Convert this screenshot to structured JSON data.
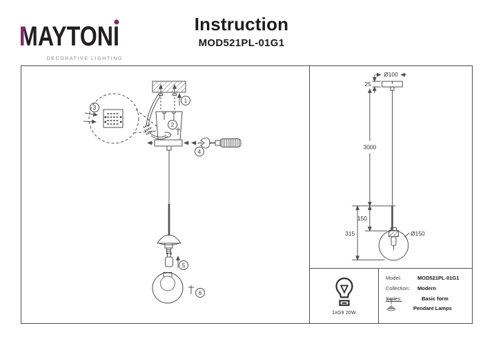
{
  "brand": {
    "name": "MAYTONI",
    "tagline": "DECORATIVE LIGHTING",
    "accent_color": "#7d2a6e",
    "ink_color": "#231f20"
  },
  "header": {
    "title": "Instruction",
    "model": "MOD521PL-01G1"
  },
  "assembly": {
    "steps": [
      "1",
      "2",
      "3",
      "4",
      "5",
      "6"
    ]
  },
  "dimensions": {
    "canopy_diameter": "Ø100",
    "canopy_height": "25",
    "cable_length": "3000",
    "rod_length": "150",
    "fixture_height": "315",
    "shade_diameter": "Ø150"
  },
  "spec": {
    "bulb": "1xG9 20W",
    "model_label": "Model:",
    "model_value": "MOD521PL-01G1",
    "collection_label": "Collection:",
    "collection_value": "Modern",
    "series_label": "Series:",
    "series_value_1": "Basic form",
    "series_value_2": "Pendant Lamps"
  }
}
